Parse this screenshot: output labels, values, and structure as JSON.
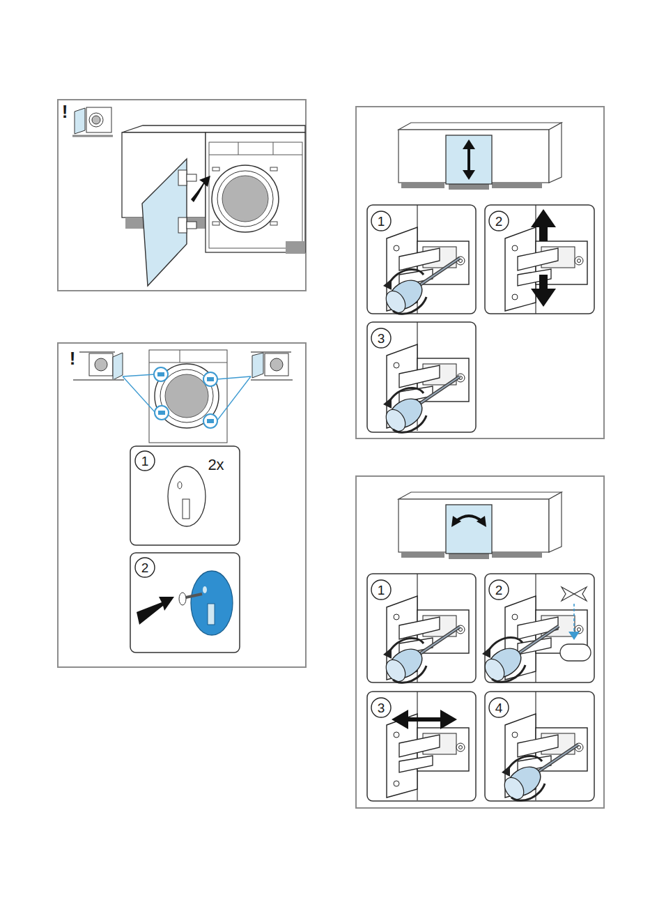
{
  "diagram": {
    "labels": [
      "!",
      "1",
      "2",
      "3",
      "!",
      "1",
      "2x",
      "2",
      "1",
      "2",
      "3",
      "4"
    ]
  }
}
